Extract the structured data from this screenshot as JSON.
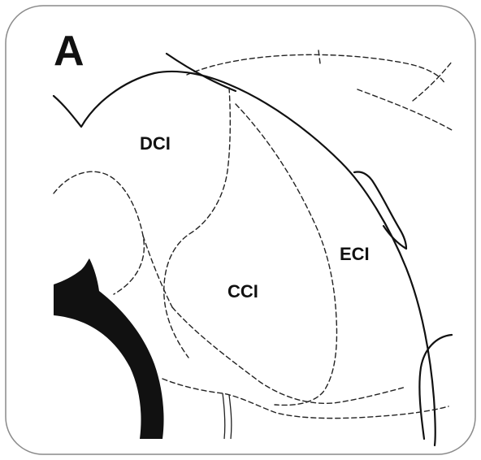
{
  "figure": {
    "panel_label": "A",
    "regions": [
      {
        "id": "dci",
        "label": "DCI"
      },
      {
        "id": "cci",
        "label": "CCI"
      },
      {
        "id": "eci",
        "label": "ECI"
      }
    ]
  }
}
